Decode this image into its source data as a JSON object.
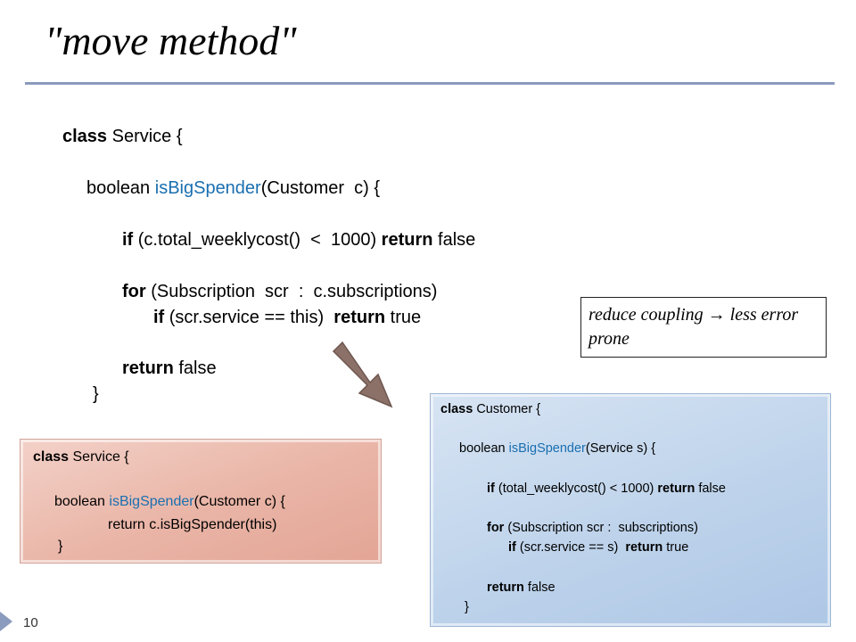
{
  "slide": {
    "title": "\"move method\"",
    "page_number": "10",
    "note": "reduce coupling → less error prone"
  },
  "colors": {
    "rule": "#8a9bbd",
    "method_name": "#1a6fb0",
    "pink_box": "#e9b4a6",
    "blue_box": "#bed3eb"
  },
  "icons": {
    "arrow": "down-right-arrow-icon"
  },
  "main_code": {
    "l1_kw": "class",
    "l1_rest": " Service {",
    "l2_pre": "boolean ",
    "l2_method": "isBigSpender",
    "l2_post": "(Customer  c) {",
    "l3_kw1": "if",
    "l3_mid": " (c.total_weeklycost()  <  1000) ",
    "l3_kw2": "return",
    "l3_end": " false",
    "l4_kw": "for",
    "l4_rest": " (Subscription  scr  :  c.subscriptions)",
    "l5_kw1": "if",
    "l5_mid": " (scr.service == this)  ",
    "l5_kw2": "return",
    "l5_end": " true",
    "l6_kw": "return",
    "l6_rest": " false",
    "l7": "}"
  },
  "service_box": {
    "l1_kw": "class",
    "l1_rest": " Service {",
    "l2_pre": "boolean ",
    "l2_method": "isBigSpender",
    "l2_post": "(Customer c) {",
    "l3": "return c.isBigSpender(this)",
    "l4": "}"
  },
  "customer_box": {
    "l1_kw": "class",
    "l1_rest": " Customer {",
    "l2_pre": "boolean ",
    "l2_method": "isBigSpender",
    "l2_post": "(Service s) {",
    "l3_kw1": "if",
    "l3_mid": " (total_weeklycost() < 1000) ",
    "l3_kw2": "return",
    "l3_end": " false",
    "l4_kw": "for",
    "l4_rest": " (Subscription scr :  subscriptions)",
    "l5_kw1": "if",
    "l5_mid": " (scr.service == s)  ",
    "l5_kw2": "return",
    "l5_end": " true",
    "l6_kw": "return",
    "l6_rest": " false",
    "l7": "}"
  }
}
